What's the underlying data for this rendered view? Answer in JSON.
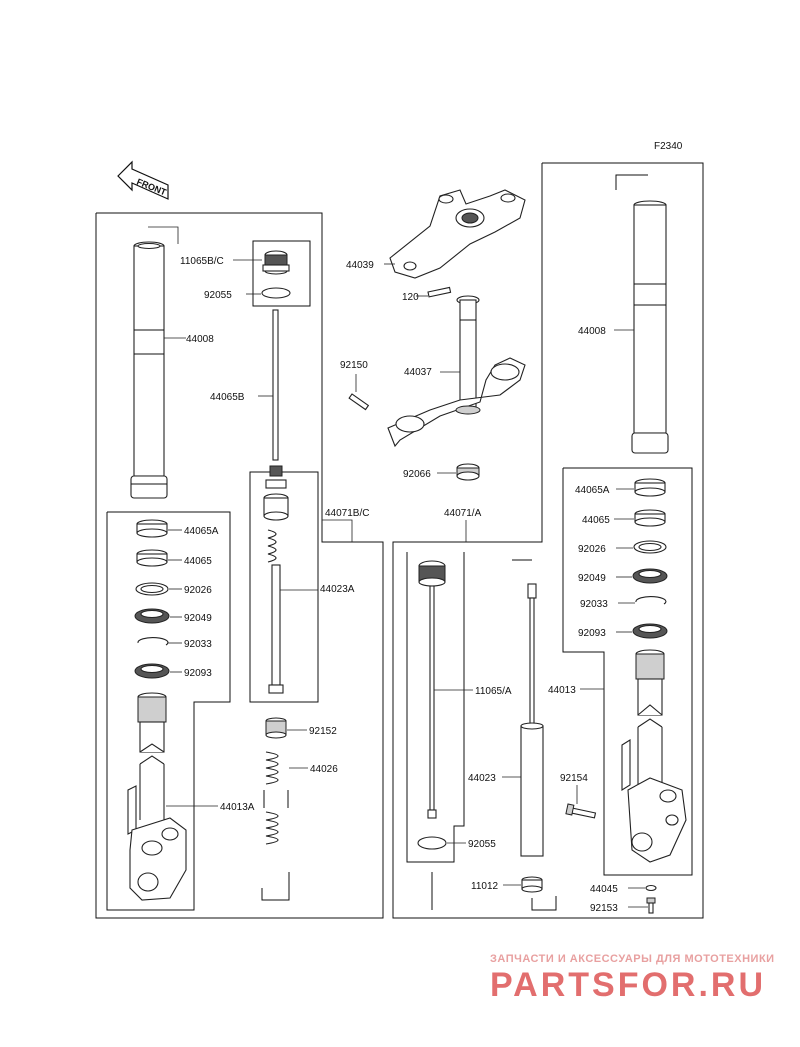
{
  "diagram": {
    "code": "F2340",
    "front_label": "FRONT",
    "labels": {
      "p11065bc": "11065B/C",
      "p92055_top": "92055",
      "p44008_left": "44008",
      "p44065b": "44065B",
      "p44071bc": "44071B/C",
      "p44023a": "44023A",
      "p44065a_left": "44065A",
      "p44065_left": "44065",
      "p92026_left": "92026",
      "p92049_left": "92049",
      "p92033_left": "92033",
      "p92093_left": "92093",
      "p92152": "92152",
      "p44026": "44026",
      "p44013a": "44013A",
      "p44039": "44039",
      "p120": "120",
      "p92150": "92150",
      "p44037": "44037",
      "p92066": "92066",
      "p44071a": "44071/A",
      "p11065a": "11065/A",
      "p44023": "44023",
      "p92055_bottom": "92055",
      "p11012": "11012",
      "p44008_right": "44008",
      "p44065a_right": "44065A",
      "p44065_right": "44065",
      "p92026_right": "92026",
      "p92049_right": "92049",
      "p92033_right": "92033",
      "p92093_right": "92093",
      "p44013": "44013",
      "p92154": "92154",
      "p44045": "44045",
      "p92153": "92153"
    }
  },
  "watermark": {
    "line1": "ЗАПЧАСТИ И АКСЕССУАРЫ ДЛЯ МОТОТЕХНИКИ",
    "line2": "PARTSFOR.RU"
  },
  "colors": {
    "line": "#111111",
    "watermark": "#e26e6e"
  }
}
